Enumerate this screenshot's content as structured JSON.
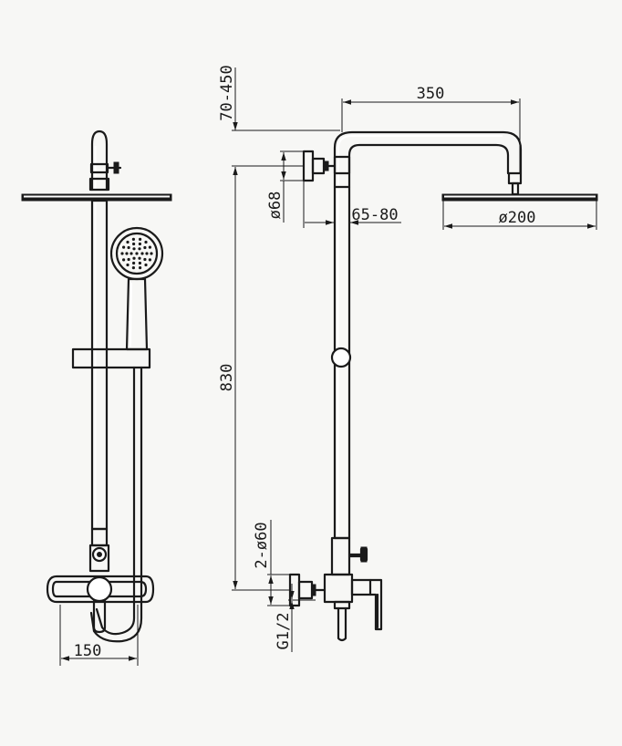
{
  "dimensions": {
    "d350": "350",
    "d70_450": "70-450",
    "d68": "ø68",
    "d65_80": "65-80",
    "d200": "ø200",
    "d830": "830",
    "d2_60": "2-ø60",
    "dG12": "G1/2",
    "d150": "150"
  },
  "colors": {
    "line": "#1a1a1a",
    "background": "#f7f7f5"
  }
}
